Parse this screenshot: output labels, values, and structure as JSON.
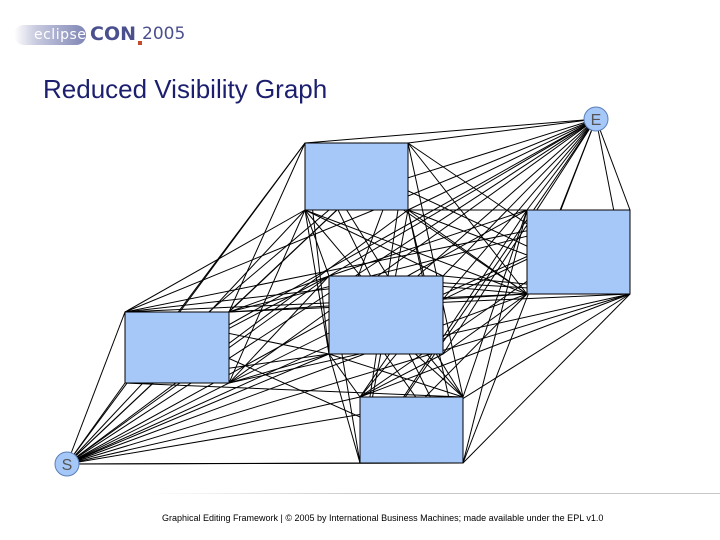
{
  "header": {
    "logo_eclipse": "eclipse",
    "logo_con": "CON",
    "logo_year": "2005"
  },
  "slide": {
    "title": "Reduced Visibility Graph"
  },
  "diagram": {
    "start_label": "S",
    "end_label": "E",
    "colors": {
      "obstacle_fill": "#a6c8f8",
      "node_fill": "#a6c8f8",
      "edge": "#000000",
      "title": "#1c1f6e"
    }
  },
  "footer": {
    "text": "Graphical Editing Framework | © 2005 by International Business Machines; made available under the EPL v1.0"
  }
}
